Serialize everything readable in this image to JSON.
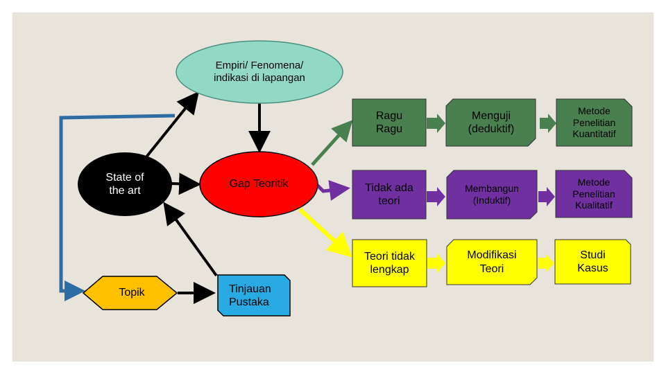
{
  "nodes": {
    "empiri": "Empiri/ Fenomena/\nindikasi di lapangan",
    "state_of_art": "State of\nthe art",
    "gap_teoritik": "Gap Teoritik",
    "topik": "Topik",
    "tinjauan_pustaka": "Tinjauan\nPustaka"
  },
  "rows": [
    {
      "condition": "Ragu\nRagu",
      "approach": "Menguji\n(deduktif)",
      "method": "Metode\nPenelitian\nKuantitatif",
      "color": "#4a7f50"
    },
    {
      "condition": "Tidak ada\nteori",
      "approach": "Membangun\n(Induktif)",
      "method": "Metode\nPenelitian\nKualitatif",
      "color": "#7030a0"
    },
    {
      "condition": "Teori tidak\nlengkap",
      "approach": "Modifikasi\nTeori",
      "method": "Studi\nKasus",
      "color": "#ffff00"
    }
  ],
  "colors": {
    "background": "#e8e4dc",
    "empiri_fill": "#92d9c5",
    "gap_fill": "#ff0000",
    "state_fill": "#000000",
    "topik_fill": "#ffc000",
    "tinjauan_fill": "#29aae2",
    "feedback_line": "#2e6da4"
  }
}
